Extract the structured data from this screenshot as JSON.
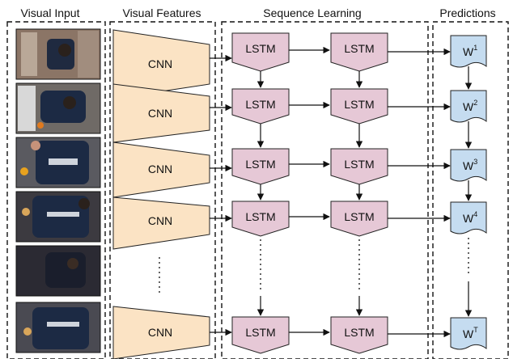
{
  "headers": {
    "visual_input": "Visual Input",
    "visual_features": "Visual Features",
    "sequence_learning": "Sequence Learning",
    "predictions": "Predictions"
  },
  "cnn_label": "CNN",
  "lstm_label": "LSTM",
  "word_label": "W",
  "word_superscripts": [
    "1",
    "2",
    "3",
    "4",
    "T"
  ],
  "colors": {
    "cnn_fill": "#fbe3c4",
    "lstm_fill": "#e6c8d6",
    "word_fill": "#c5dcf0",
    "frame_light": "#8a7468",
    "frame_dark": "#2b2a33",
    "accent_shirt": "#1c2a44"
  },
  "icons": {
    "ellipsis": "vertical-dots"
  }
}
